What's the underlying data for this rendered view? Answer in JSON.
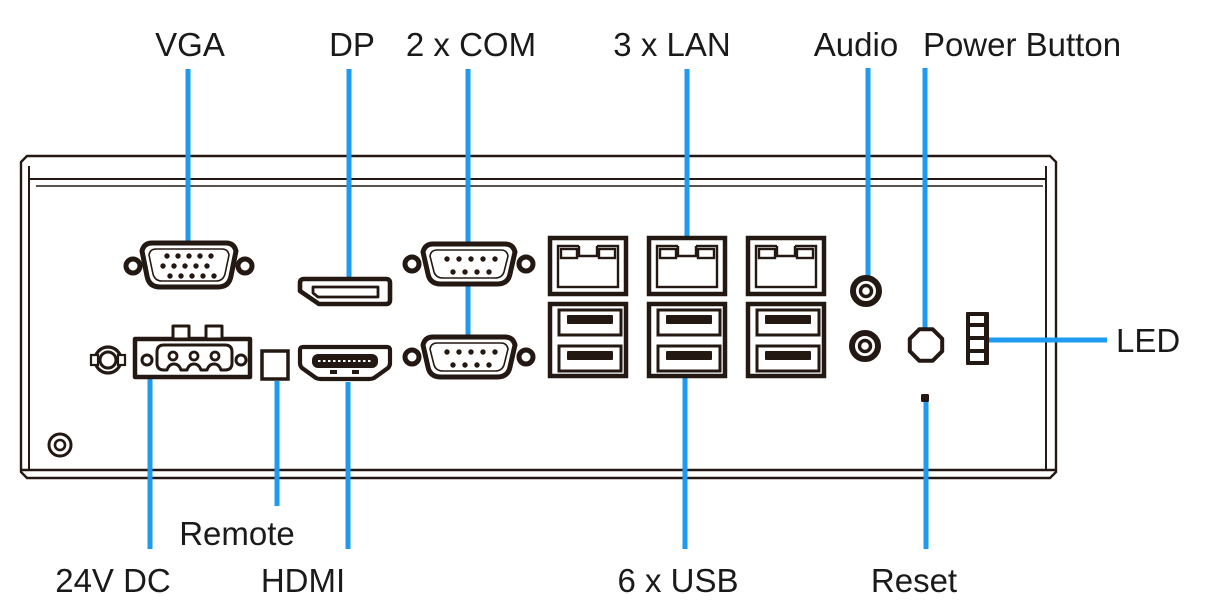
{
  "colors": {
    "background": "#ffffff",
    "outline": "#241812",
    "callout": "#1e9bf0",
    "text": "#1a1a1a"
  },
  "labels": {
    "vga": "VGA",
    "dp": "DP",
    "com": "2 x COM",
    "lan": "3 x LAN",
    "audio": "Audio",
    "power_button": "Power Button",
    "led": "LED",
    "remote": "Remote",
    "dc": "24V DC",
    "hdmi": "HDMI",
    "usb": "6 x USB",
    "reset": "Reset"
  }
}
